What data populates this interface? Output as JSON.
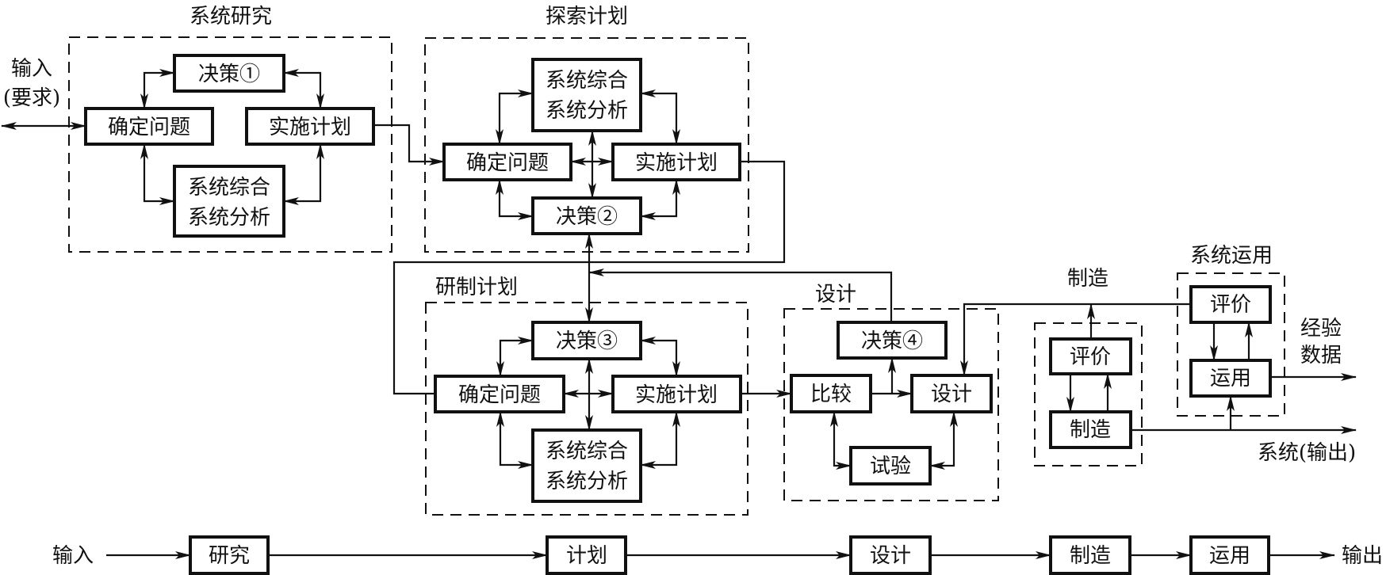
{
  "stages": {
    "research": {
      "title": "系统研究",
      "decision": "决策①",
      "define": "确定问题",
      "implement": "实施计划",
      "synthesis_1": "系统综合",
      "synthesis_2": "系统分析"
    },
    "exploration": {
      "title": "探索计划",
      "decision": "决策②",
      "define": "确定问题",
      "implement": "实施计划",
      "synthesis_1": "系统综合",
      "synthesis_2": "系统分析"
    },
    "development": {
      "title": "研制计划",
      "decision": "决策③",
      "define": "确定问题",
      "implement": "实施计划",
      "synthesis_1": "系统综合",
      "synthesis_2": "系统分析"
    },
    "design": {
      "title": "设计",
      "decision": "决策④",
      "compare": "比较",
      "design": "设计",
      "test": "试验"
    },
    "manufacture": {
      "title": "制造",
      "evaluate": "评价",
      "make": "制造"
    },
    "operation": {
      "title": "系统运用",
      "evaluate": "评价",
      "use": "运用"
    }
  },
  "io": {
    "input_1": "输入",
    "input_2": "(要求)",
    "experience_1": "经验",
    "experience_2": "数据",
    "system_output": "系统(输出)"
  },
  "summary_flow": {
    "input": "输入",
    "steps": [
      "研究",
      "计划",
      "设计",
      "制造",
      "运用"
    ],
    "output": "输出"
  }
}
